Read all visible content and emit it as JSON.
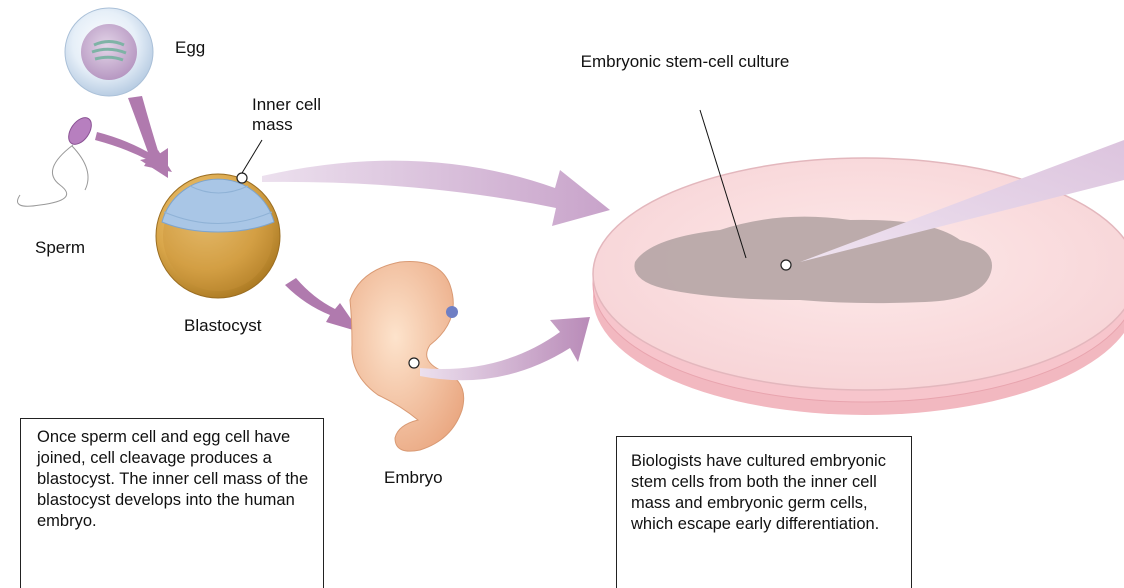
{
  "labels": {
    "egg": "Egg",
    "sperm": "Sperm",
    "inner_cell_mass": "Inner cell mass",
    "blastocyst": "Blastocyst",
    "embryo": "Embryo",
    "culture": "Embryonic stem-cell culture"
  },
  "captions": {
    "left": "Once sperm cell and egg cell have joined, cell cleavage produces a blastocyst. The inner cell mass of the blastocyst develops into the human embryo.",
    "right": "Biologists have cultured embryonic stem cells from both the inner cell mass and embryonic germ cells, which escape early differentiation."
  },
  "colors": {
    "arrow": "#b07aae",
    "beam": "#e3d2e4",
    "dish_top": "#fadede",
    "dish_side": "#f2b8c0",
    "cell_colony": "#b8a8a8",
    "blastocyst_shell": "#d9a64a",
    "inner_mass": "#a9c6e6",
    "embryo": "#f6cba8"
  }
}
